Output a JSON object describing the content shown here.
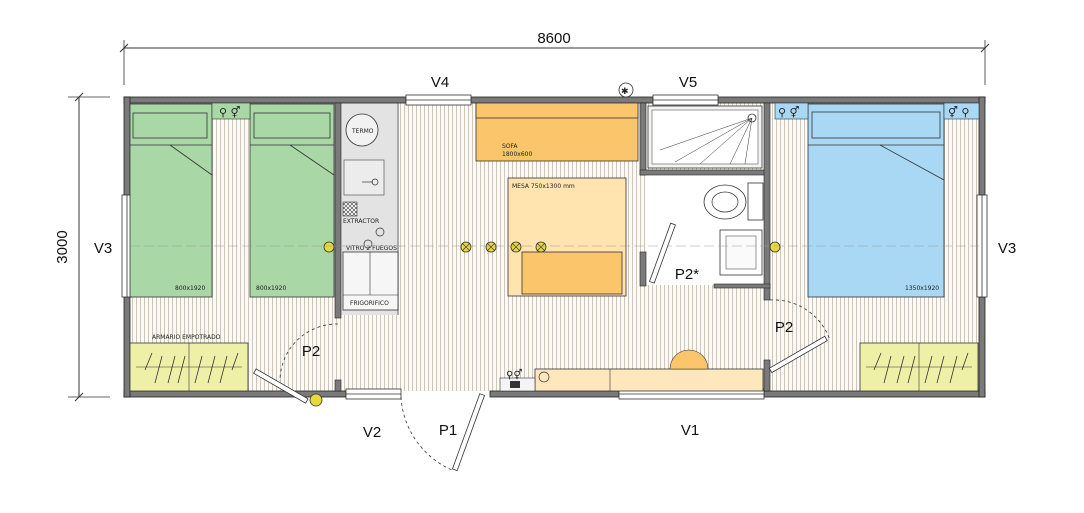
{
  "dimensions": {
    "length": "8600",
    "width": "3000"
  },
  "windows": {
    "v1": "V1",
    "v2": "V2",
    "v3_left": "V3",
    "v3_right": "V3",
    "v4": "V4",
    "v5": "V5"
  },
  "doors": {
    "p1": "P1",
    "p2_left": "P2",
    "p2_right": "P2",
    "p2_bath": "P2*"
  },
  "furniture": {
    "bed_left_1": "800x1920",
    "bed_left_2": "800x1920",
    "bed_right": "1350x1920",
    "sofa_title": "SOFA",
    "sofa_size": "1800x600",
    "table": "MESA 750x1300 mm",
    "boiler": "TERMO",
    "extractor": "EXTRACTOR",
    "cooktop": "VITRO 2 FUEGOS",
    "fridge": "FRIGORIFICO",
    "wardrobe": "ARMARIO EMPOTRADO"
  },
  "colors": {
    "bed_single": "#a9d8a6",
    "bed_double": "#a8d8f4",
    "sofa": "#fbc66b",
    "table": "#ffe4b0",
    "wardrobe": "#eef0a8",
    "wall": "#7a7a7a",
    "floor_stripe": "#d2cabc",
    "kitchen_floor": "#e3e3e3",
    "light_fixture": "#e8d83a"
  }
}
